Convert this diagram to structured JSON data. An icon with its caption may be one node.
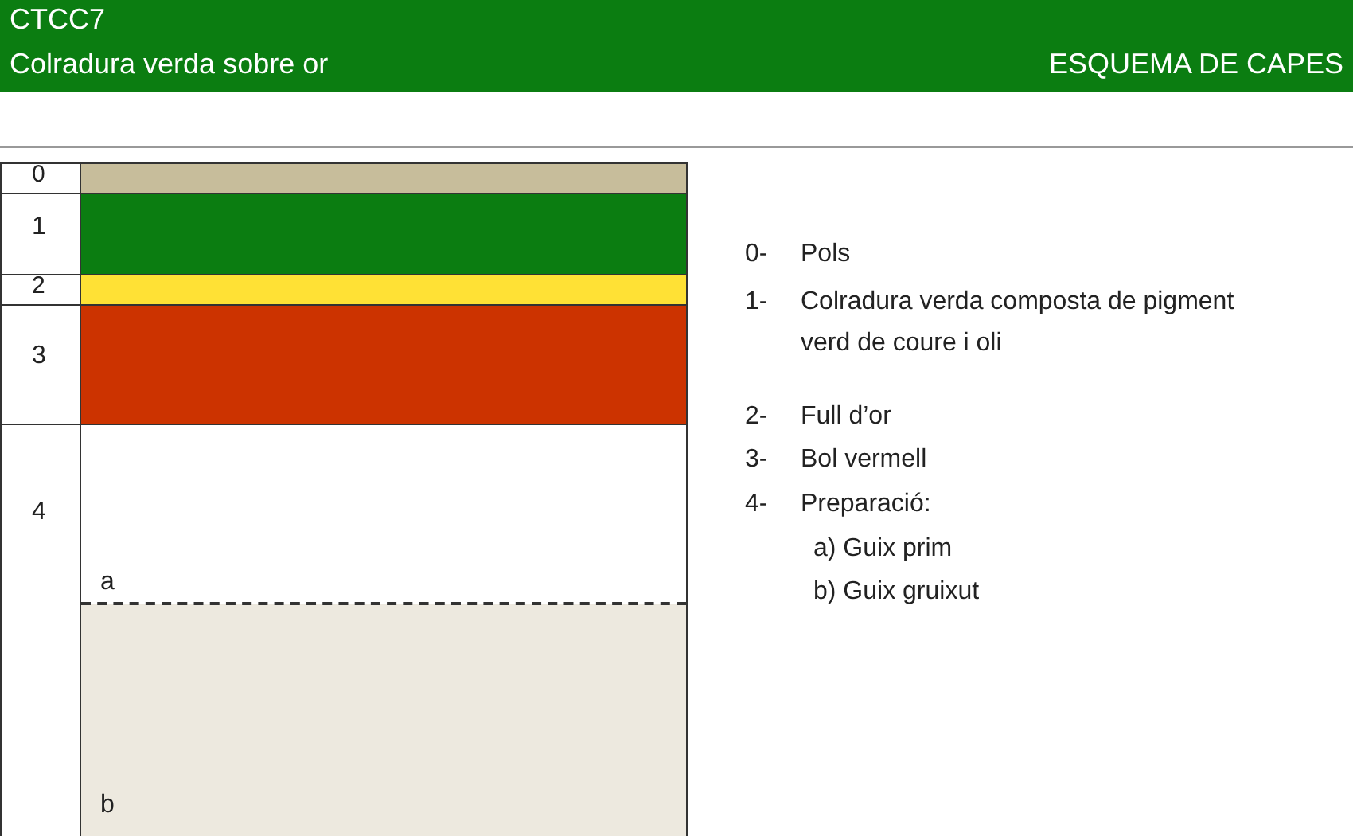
{
  "diagram": {
    "title": "CTCC7",
    "labels": [
      "Colradura verda sobre or",
      "ESQUEMA DE CAPES",
      "0",
      "1",
      "2",
      "3",
      "4",
      "a",
      "b",
      "0-",
      "Pols",
      "1-",
      "Colradura verda composta de pigment verd de coure i oli",
      "2-",
      "Full d’or",
      "3-",
      "Bol vermell",
      "4-",
      "Preparació:",
      "a) Guix prim",
      "b) Guix gruixut"
    ]
  }
}
